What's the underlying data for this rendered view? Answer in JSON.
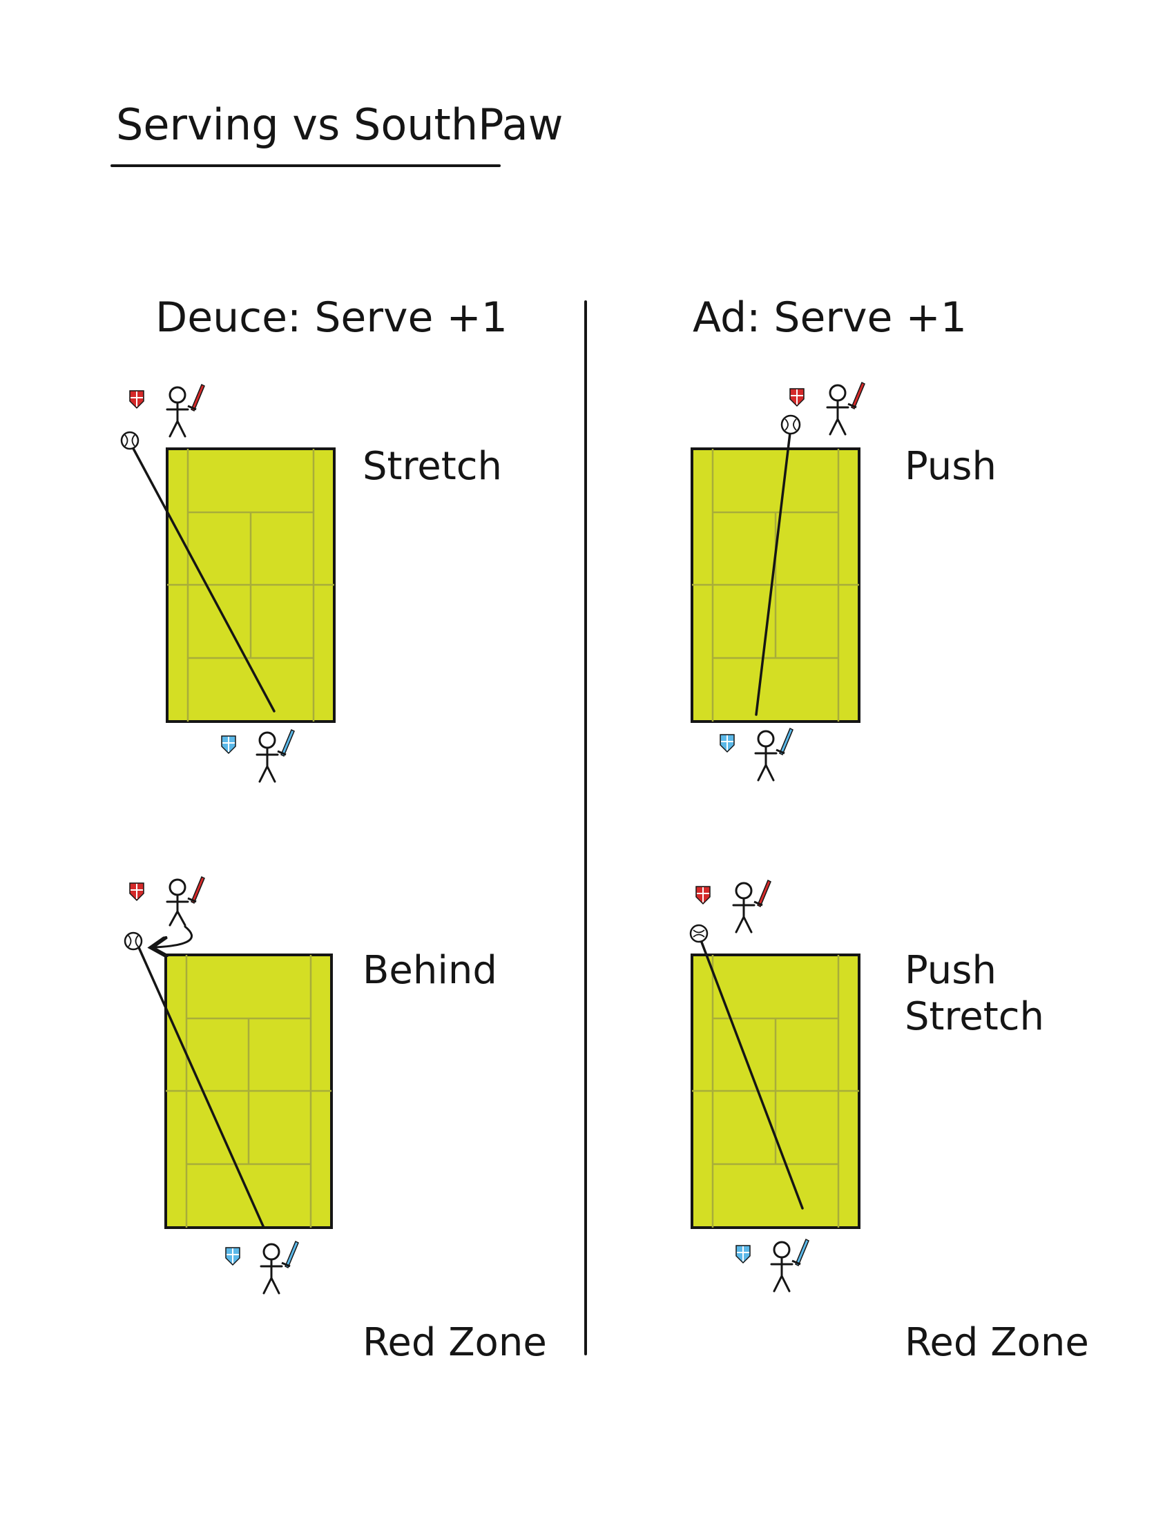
{
  "title": "Serving vs SouthPaw",
  "columns": {
    "left": {
      "heading": "Deuce: Serve +1"
    },
    "right": {
      "heading": "Ad: Serve +1"
    }
  },
  "diagrams": {
    "deuce_top": {
      "label": "Stretch"
    },
    "ad_top": {
      "label": "Push"
    },
    "deuce_bottom": {
      "label": "Behind"
    },
    "ad_bottom": {
      "label_line1": "Push",
      "label_line2": "Stretch"
    }
  },
  "footer": {
    "left": "Red Zone",
    "right": "Red Zone"
  },
  "colors": {
    "court": "#d4de24",
    "court_lines": "#a8ad3a",
    "red_player": "#d42a2a",
    "blue_player": "#5bb8e8",
    "ink": "#151515"
  }
}
